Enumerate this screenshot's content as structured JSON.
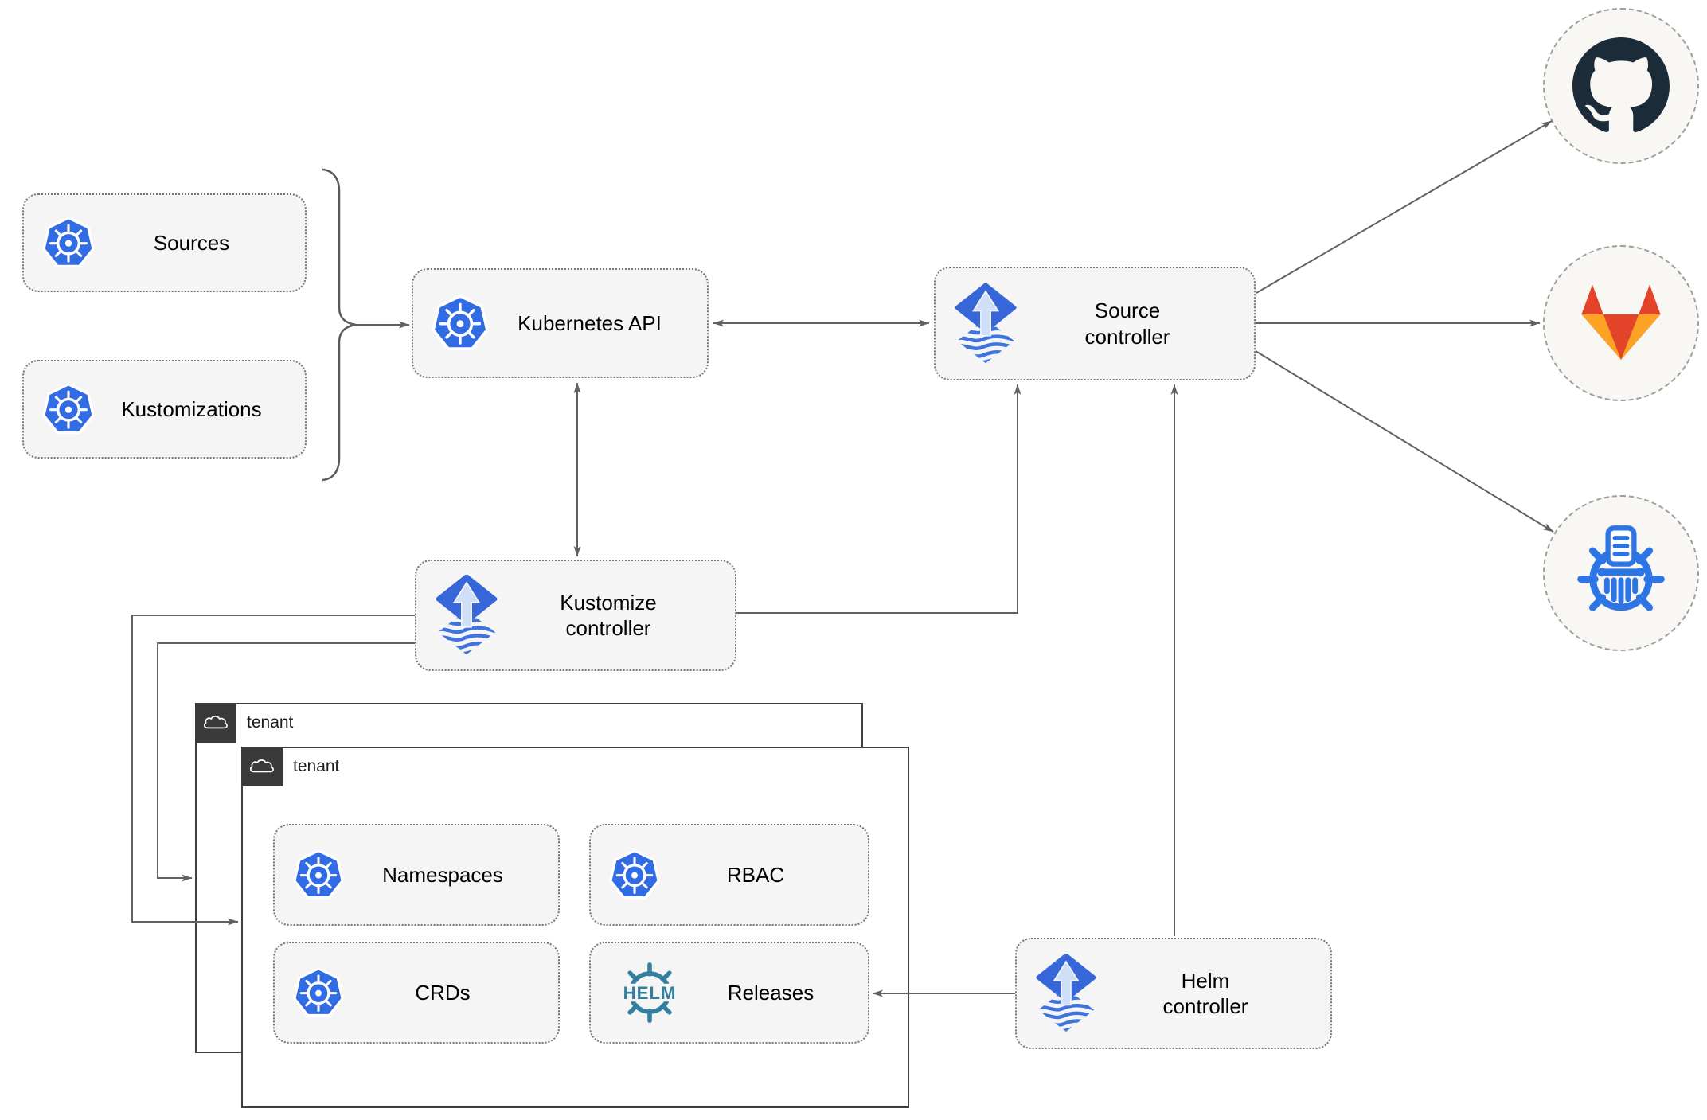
{
  "diagram": {
    "kind": "flux-gitops-architecture-diagram"
  },
  "nodes": {
    "sources": {
      "label": "Sources",
      "icon": "kubernetes-icon"
    },
    "kustomizations": {
      "label": "Kustomizations",
      "icon": "kubernetes-icon"
    },
    "kubernetes_api": {
      "label": "Kubernetes API",
      "icon": "kubernetes-icon"
    },
    "source_controller": {
      "label": "Source controller",
      "icon": "flux-icon"
    },
    "kustomize_controller": {
      "label": "Kustomize controller",
      "icon": "flux-icon"
    },
    "helm_controller": {
      "label": "Helm controller",
      "icon": "flux-icon"
    },
    "namespaces": {
      "label": "Namespaces",
      "icon": "kubernetes-icon"
    },
    "rbac": {
      "label": "RBAC",
      "icon": "kubernetes-icon"
    },
    "crds": {
      "label": "CRDs",
      "icon": "kubernetes-icon"
    },
    "releases": {
      "label": "Releases",
      "icon": "helm-icon"
    }
  },
  "groups": {
    "tenant_outer": {
      "label": "tenant",
      "icon": "cloud-icon"
    },
    "tenant_inner": {
      "label": "tenant",
      "icon": "cloud-icon"
    }
  },
  "remotes": {
    "github": {
      "icon": "github-icon"
    },
    "gitlab": {
      "icon": "gitlab-icon"
    },
    "chartmuseum": {
      "icon": "chartmuseum-icon"
    }
  },
  "colors": {
    "kubernetes_blue": "#326ce5",
    "flux_blue": "#3766d8",
    "flux_arrow_light": "#cfdff7",
    "helm_teal": "#337f9e",
    "github_dark": "#1b2b38",
    "gitlab_red_orange": "#e24329",
    "gitlab_orange": "#fca326",
    "chartmuseum_blue": "#2d75e4",
    "connector_gray": "#616161",
    "node_fill": "#f5f5f5",
    "tenant_tab_dark": "#3a3a3a"
  }
}
